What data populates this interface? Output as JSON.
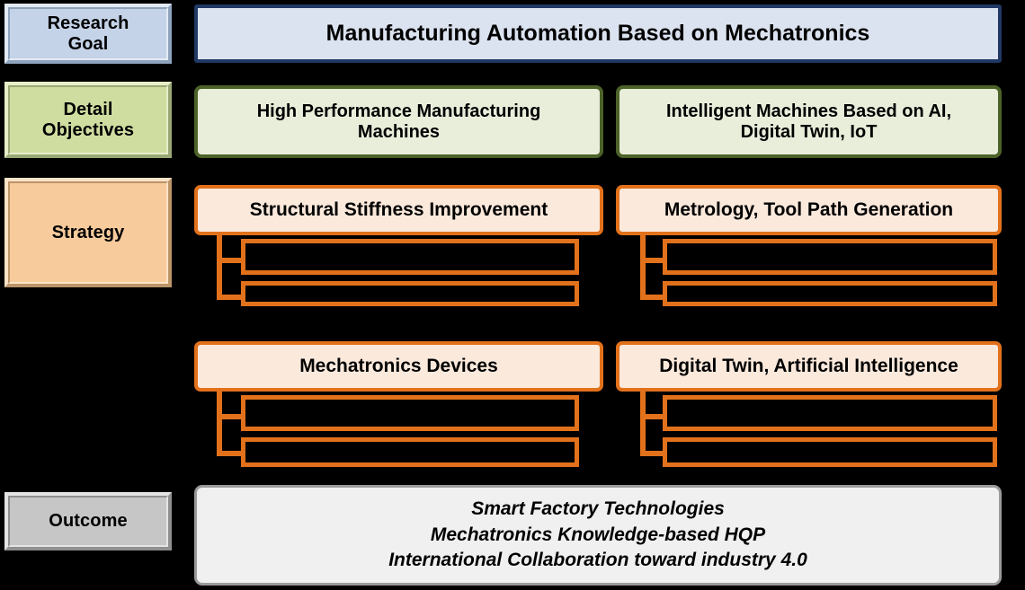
{
  "diagram": {
    "title_text": "Manufacturing Automation Based on Mechatronics",
    "background_color": "#000000",
    "rows": [
      {
        "key": "research_goal",
        "label": "Research\nGoal"
      },
      {
        "key": "detail_objectives",
        "label": "Detail\nObjectives"
      },
      {
        "key": "strategy",
        "label": "Strategy"
      },
      {
        "key": "outcome",
        "label": "Outcome"
      }
    ]
  },
  "labels": {
    "research_goal": {
      "line1": "Research",
      "line2": "Goal",
      "fill": "#c5d3e8",
      "bevel_light": "#e3eaf4",
      "bevel_dark": "#8fa3bd"
    },
    "detail_objectives": {
      "line1": "Detail",
      "line2": "Objectives",
      "fill": "#cfdda0",
      "bevel_light": "#e6eec9",
      "bevel_dark": "#9aa877"
    },
    "strategy": {
      "line1": "Strategy",
      "line2": "",
      "fill": "#f8cb9c",
      "bevel_light": "#fbe3c7",
      "bevel_dark": "#bb9468"
    },
    "outcome": {
      "line1": "Outcome",
      "line2": "",
      "fill": "#c6c6c6",
      "bevel_light": "#e4e4e4",
      "bevel_dark": "#8f8f8f"
    }
  },
  "goal": {
    "text": "Manufacturing Automation Based on Mechatronics",
    "fill": "#dce3f0",
    "border": "#1f3864"
  },
  "objectives": {
    "fill": "#e9eedb",
    "border": "#4c6228",
    "items": [
      {
        "line1": "High Performance Manufacturing",
        "line2": "Machines"
      },
      {
        "line1": "Intelligent Machines Based on AI,",
        "line2": "Digital Twin, IoT"
      }
    ]
  },
  "strategies": {
    "fill": "#fbe9dc",
    "border": "#e2711b",
    "connector_color": "#e2711b",
    "groups": [
      {
        "title": "Structural Stiffness Improvement",
        "subitems": [
          "",
          ""
        ]
      },
      {
        "title": "Metrology, Tool Path Generation",
        "subitems": [
          "",
          ""
        ]
      },
      {
        "title": "Mechatronics Devices",
        "subitems": [
          "",
          ""
        ]
      },
      {
        "title": "Digital Twin, Artificial Intelligence",
        "subitems": [
          "",
          ""
        ]
      }
    ]
  },
  "outcome": {
    "fill": "#f0f0f0",
    "border": "#9a9a9a",
    "lines": [
      "Smart Factory Technologies",
      "Mechatronics Knowledge-based HQP",
      "International Collaboration toward industry 4.0"
    ]
  }
}
